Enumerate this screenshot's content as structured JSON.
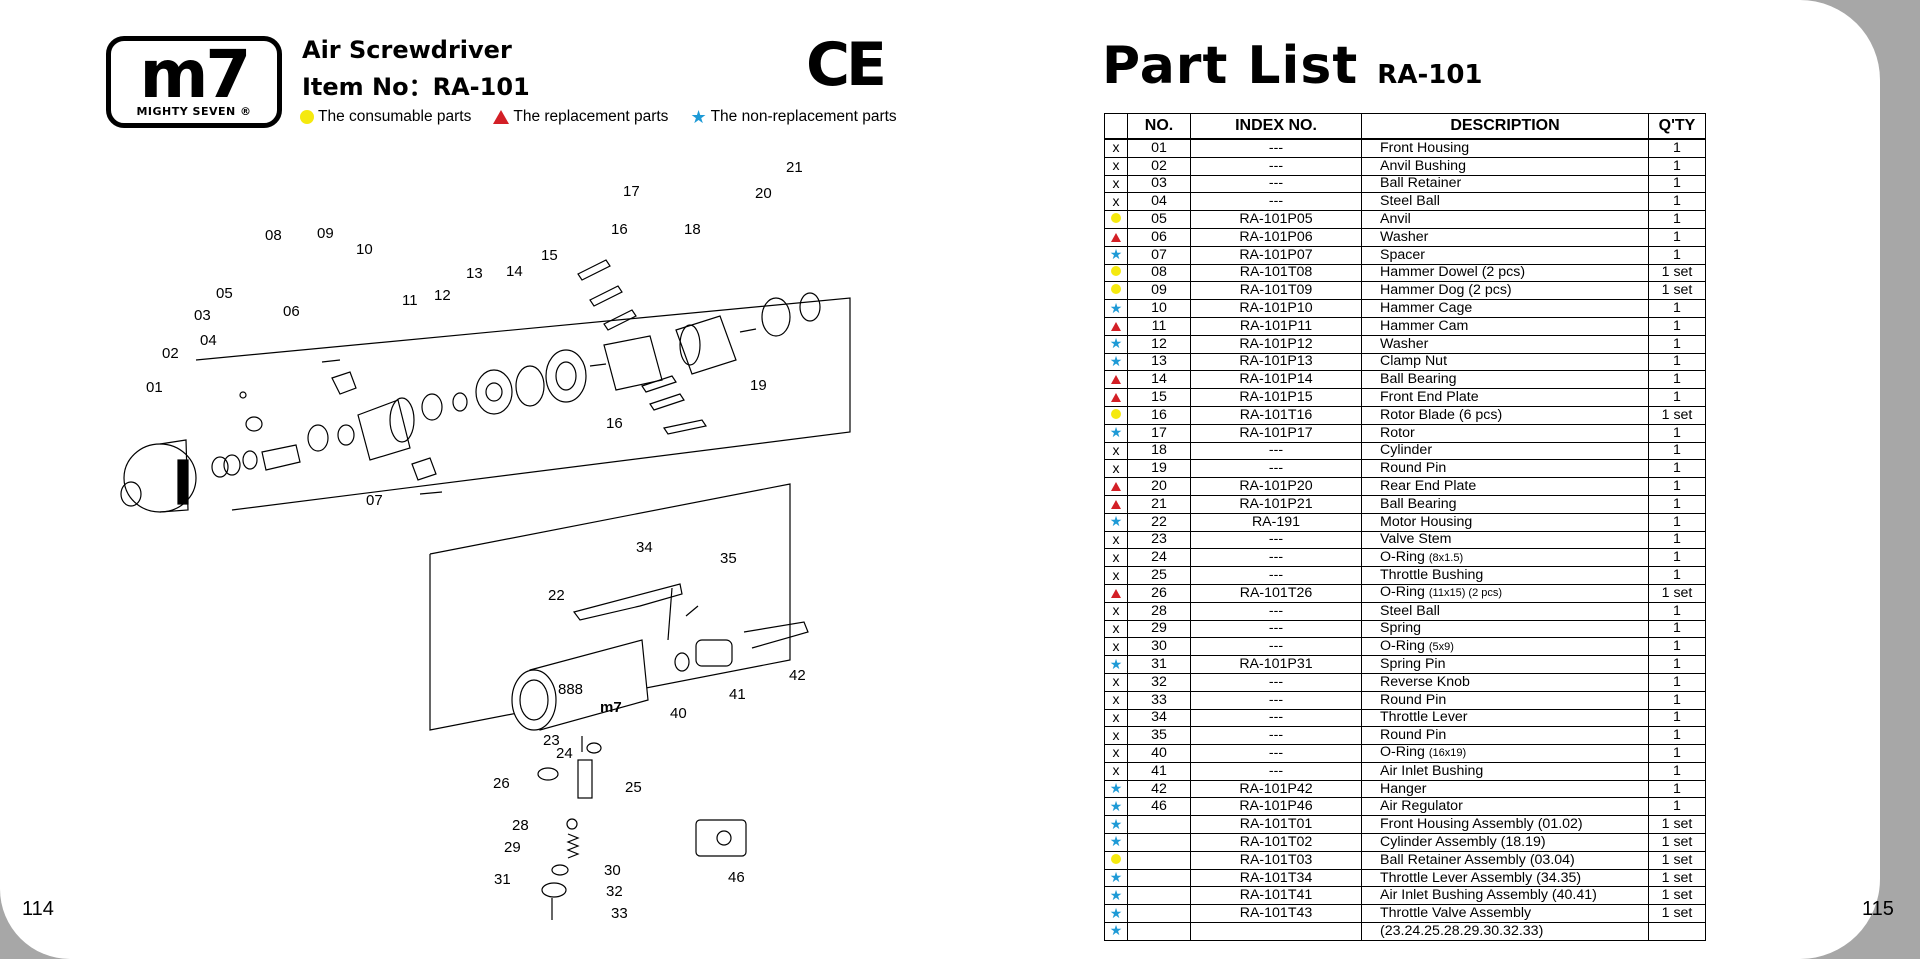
{
  "header": {
    "logo_text": "m7",
    "logo_subtext": "MIGHTY SEVEN ®",
    "title": "Air Screwdriver",
    "item_no": "Item No：RA-101",
    "ce_mark": "CE",
    "legend": {
      "consumable": "The consumable parts",
      "replacement": "The replacement parts",
      "non_replacement": "The non-replacement parts"
    }
  },
  "colors": {
    "consumable": "#f5e90e",
    "replacement": "#d31f26",
    "non_replacement": "#1e9ad6"
  },
  "page_numbers": {
    "left": "114",
    "right": "115"
  },
  "diagram": {
    "labels": [
      "01",
      "02",
      "03",
      "04",
      "05",
      "06",
      "07",
      "08",
      "09",
      "10",
      "11",
      "12",
      "13",
      "14",
      "15",
      "16",
      "16",
      "17",
      "18",
      "19",
      "20",
      "21",
      "22",
      "23",
      "24",
      "25",
      "26",
      "28",
      "29",
      "30",
      "31",
      "32",
      "33",
      "34",
      "35",
      "40",
      "41",
      "42",
      "46"
    ],
    "housing_mark": "888"
  },
  "part_list": {
    "title": "Part  List",
    "model": "RA-101",
    "columns": [
      "",
      "NO.",
      "INDEX NO.",
      "DESCRIPTION",
      "Q'TY"
    ],
    "rows": [
      {
        "type": "x",
        "no": "01",
        "index": "---",
        "desc": "Front Housing",
        "qty": "1"
      },
      {
        "type": "x",
        "no": "02",
        "index": "---",
        "desc": "Anvil Bushing",
        "qty": "1"
      },
      {
        "type": "x",
        "no": "03",
        "index": "---",
        "desc": "Ball Retainer",
        "qty": "1"
      },
      {
        "type": "x",
        "no": "04",
        "index": "---",
        "desc": "Steel Ball",
        "qty": "1"
      },
      {
        "type": "consumable",
        "no": "05",
        "index": "RA-101P05",
        "desc": "Anvil",
        "qty": "1"
      },
      {
        "type": "replacement",
        "no": "06",
        "index": "RA-101P06",
        "desc": "Washer",
        "qty": "1"
      },
      {
        "type": "non_replacement",
        "no": "07",
        "index": "RA-101P07",
        "desc": "Spacer",
        "qty": "1"
      },
      {
        "type": "consumable",
        "no": "08",
        "index": "RA-101T08",
        "desc": "Hammer Dowel (2 pcs)",
        "qty": "1 set"
      },
      {
        "type": "consumable",
        "no": "09",
        "index": "RA-101T09",
        "desc": "Hammer Dog (2 pcs)",
        "qty": "1 set"
      },
      {
        "type": "non_replacement",
        "no": "10",
        "index": "RA-101P10",
        "desc": "Hammer Cage",
        "qty": "1"
      },
      {
        "type": "replacement",
        "no": "11",
        "index": "RA-101P11",
        "desc": "Hammer Cam",
        "qty": "1"
      },
      {
        "type": "non_replacement",
        "no": "12",
        "index": "RA-101P12",
        "desc": "Washer",
        "qty": "1"
      },
      {
        "type": "non_replacement",
        "no": "13",
        "index": "RA-101P13",
        "desc": "Clamp Nut",
        "qty": "1"
      },
      {
        "type": "replacement",
        "no": "14",
        "index": "RA-101P14",
        "desc": "Ball Bearing",
        "qty": "1"
      },
      {
        "type": "replacement",
        "no": "15",
        "index": "RA-101P15",
        "desc": "Front End Plate",
        "qty": "1"
      },
      {
        "type": "consumable",
        "no": "16",
        "index": "RA-101T16",
        "desc": "Rotor Blade (6 pcs)",
        "qty": "1 set"
      },
      {
        "type": "non_replacement",
        "no": "17",
        "index": "RA-101P17",
        "desc": "Rotor",
        "qty": "1"
      },
      {
        "type": "x",
        "no": "18",
        "index": "---",
        "desc": "Cylinder",
        "qty": "1"
      },
      {
        "type": "x",
        "no": "19",
        "index": "---",
        "desc": "Round Pin",
        "qty": "1"
      },
      {
        "type": "replacement",
        "no": "20",
        "index": "RA-101P20",
        "desc": "Rear End Plate",
        "qty": "1"
      },
      {
        "type": "replacement",
        "no": "21",
        "index": "RA-101P21",
        "desc": "Ball Bearing",
        "qty": "1"
      },
      {
        "type": "non_replacement",
        "no": "22",
        "index": "RA-191",
        "desc": "Motor Housing",
        "qty": "1"
      },
      {
        "type": "x",
        "no": "23",
        "index": "---",
        "desc": "Valve Stem",
        "qty": "1"
      },
      {
        "type": "x",
        "no": "24",
        "index": "---",
        "desc": "O-Ring",
        "desc_note": "(8x1.5)",
        "qty": "1"
      },
      {
        "type": "x",
        "no": "25",
        "index": "---",
        "desc": "Throttle Bushing",
        "qty": "1"
      },
      {
        "type": "replacement",
        "no": "26",
        "index": "RA-101T26",
        "desc": "O-Ring",
        "desc_note": "(11x15) (2 pcs)",
        "qty": "1 set"
      },
      {
        "type": "x",
        "no": "28",
        "index": "---",
        "desc": "Steel Ball",
        "qty": "1"
      },
      {
        "type": "x",
        "no": "29",
        "index": "---",
        "desc": "Spring",
        "qty": "1"
      },
      {
        "type": "x",
        "no": "30",
        "index": "---",
        "desc": "O-Ring",
        "desc_note": "(5x9)",
        "qty": "1"
      },
      {
        "type": "non_replacement",
        "no": "31",
        "index": "RA-101P31",
        "desc": "Spring Pin",
        "qty": "1"
      },
      {
        "type": "x",
        "no": "32",
        "index": "---",
        "desc": "Reverse Knob",
        "qty": "1"
      },
      {
        "type": "x",
        "no": "33",
        "index": "---",
        "desc": "Round Pin",
        "qty": "1"
      },
      {
        "type": "x",
        "no": "34",
        "index": "---",
        "desc": "Throttle Lever",
        "qty": "1"
      },
      {
        "type": "x",
        "no": "35",
        "index": "---",
        "desc": "Round Pin",
        "qty": "1"
      },
      {
        "type": "x",
        "no": "40",
        "index": "---",
        "desc": "O-Ring",
        "desc_note": "(16x19)",
        "qty": "1"
      },
      {
        "type": "x",
        "no": "41",
        "index": "---",
        "desc": "Air Inlet Bushing",
        "qty": "1"
      },
      {
        "type": "non_replacement",
        "no": "42",
        "index": "RA-101P42",
        "desc": "Hanger",
        "qty": "1"
      },
      {
        "type": "non_replacement",
        "no": "46",
        "index": "RA-101P46",
        "desc": "Air Regulator",
        "qty": "1"
      },
      {
        "type": "non_replacement",
        "no": "",
        "index": "RA-101T01",
        "desc": "Front Housing Assembly (01.02)",
        "qty": "1 set"
      },
      {
        "type": "non_replacement",
        "no": "",
        "index": "RA-101T02",
        "desc": "Cylinder Assembly (18.19)",
        "qty": "1 set"
      },
      {
        "type": "consumable",
        "no": "",
        "index": "RA-101T03",
        "desc": "Ball Retainer Assembly (03.04)",
        "qty": "1 set"
      },
      {
        "type": "non_replacement",
        "no": "",
        "index": "RA-101T34",
        "desc": "Throttle Lever Assembly (34.35)",
        "qty": "1 set"
      },
      {
        "type": "non_replacement",
        "no": "",
        "index": "RA-101T41",
        "desc": "Air Inlet Bushing Assembly (40.41)",
        "qty": "1 set"
      },
      {
        "type": "non_replacement",
        "no": "",
        "index": "RA-101T43",
        "desc": "Throttle Valve Assembly",
        "qty": "1 set"
      },
      {
        "type": "non_replacement",
        "no": "",
        "index": "",
        "desc": "(23.24.25.28.29.30.32.33)",
        "qty": ""
      }
    ]
  }
}
